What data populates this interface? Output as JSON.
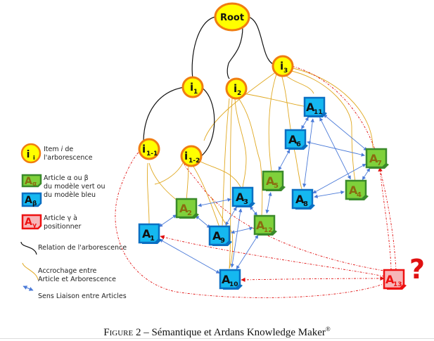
{
  "figure": {
    "caption_label": "Figure 2",
    "caption_text": " – Sémantique et Ardans Knowledge Maker",
    "caption_mark": "®",
    "question_mark": "?"
  },
  "colors": {
    "item_fill": "#ffff00",
    "item_stroke": "#f07d10",
    "green_fill": "#7fd13b",
    "green_stroke": "#3a8a2a",
    "green_text": "#8a6a10",
    "blue_fill": "#15b8f0",
    "blue_stroke": "#0a6fc2",
    "red_fill": "#f7b6b8",
    "red_stroke": "#ee1111",
    "tree_link": "#111111",
    "anchor_link": "#e0a820",
    "article_link": "#4a7ad8",
    "gamma_link": "#e01010"
  },
  "legend": {
    "item": {
      "glyph": "i",
      "sub": "i",
      "label_1": "Item ",
      "label_i": "i",
      "label_2": " de",
      "label_3": "l'arborescence"
    },
    "alpha_beta": {
      "glyph_a": "A",
      "sub_a": "α",
      "glyph_b": "A",
      "sub_b": "β",
      "label_1": "Article α ou β",
      "label_2": "du modèle vert  ou",
      "label_3": "du modèle bleu"
    },
    "gamma": {
      "glyph": "A",
      "sub": "γ",
      "label_1": "Article γ  à",
      "label_2": "positionner"
    },
    "tree_relation": "Relation de l'arborescence",
    "anchor_1": "Accrochage entre",
    "anchor_2": "Article et Arborescence",
    "article_link": "Sens Liaison entre Articles"
  },
  "nodes": {
    "root": {
      "label": "Root"
    },
    "items": [
      {
        "id": "i1",
        "glyph": "i",
        "sub": "1"
      },
      {
        "id": "i2",
        "glyph": "i",
        "sub": "2"
      },
      {
        "id": "i3",
        "glyph": "i",
        "sub": "3"
      },
      {
        "id": "i1-1",
        "glyph": "i",
        "sub": "1-1"
      },
      {
        "id": "i1-2",
        "glyph": "i",
        "sub": "1-2"
      }
    ],
    "articles": [
      {
        "id": "A1",
        "type": "blue",
        "sub": "1"
      },
      {
        "id": "A2",
        "type": "green",
        "sub": "2"
      },
      {
        "id": "A3",
        "type": "blue",
        "sub": "3"
      },
      {
        "id": "A4",
        "type": "green",
        "sub": "4"
      },
      {
        "id": "A5",
        "type": "green",
        "sub": "5"
      },
      {
        "id": "A6",
        "type": "blue",
        "sub": "6"
      },
      {
        "id": "A7",
        "type": "green",
        "sub": "7"
      },
      {
        "id": "A8",
        "type": "blue",
        "sub": "8"
      },
      {
        "id": "A9",
        "type": "blue",
        "sub": "9"
      },
      {
        "id": "A10",
        "type": "blue",
        "sub": "10"
      },
      {
        "id": "A11",
        "type": "blue",
        "sub": "11"
      },
      {
        "id": "A12",
        "type": "green",
        "sub": "12"
      },
      {
        "id": "A13",
        "type": "red",
        "sub": "13"
      }
    ]
  },
  "edges": {
    "tree": [
      [
        "Root",
        "i1"
      ],
      [
        "Root",
        "i2"
      ],
      [
        "Root",
        "i3"
      ],
      [
        "i1",
        "i1-1"
      ],
      [
        "i1",
        "i1-2"
      ]
    ],
    "article_links": [
      [
        "A1",
        "A2"
      ],
      [
        "A2",
        "A3"
      ],
      [
        "A9",
        "A3"
      ],
      [
        "A9",
        "A12"
      ],
      [
        "A3",
        "A12"
      ],
      [
        "A1",
        "A10"
      ],
      [
        "A10",
        "A3"
      ],
      [
        "A10",
        "A12"
      ],
      [
        "A11",
        "A6"
      ],
      [
        "A11",
        "A8"
      ],
      [
        "A11",
        "A7"
      ],
      [
        "A11",
        "A4"
      ],
      [
        "A6",
        "A5"
      ],
      [
        "A6",
        "A7"
      ],
      [
        "A8",
        "A7"
      ],
      [
        "A8",
        "A4"
      ],
      [
        "A7",
        "A4"
      ],
      [
        "A5",
        "A12"
      ],
      [
        "A9",
        "A2"
      ]
    ],
    "gamma_links": [
      [
        "A13",
        "A1"
      ],
      [
        "A13",
        "A10"
      ],
      [
        "A13",
        "A7"
      ],
      [
        "A13",
        "i3"
      ],
      [
        "A13",
        "i1-1"
      ],
      [
        "A13",
        "i1-2"
      ]
    ]
  }
}
